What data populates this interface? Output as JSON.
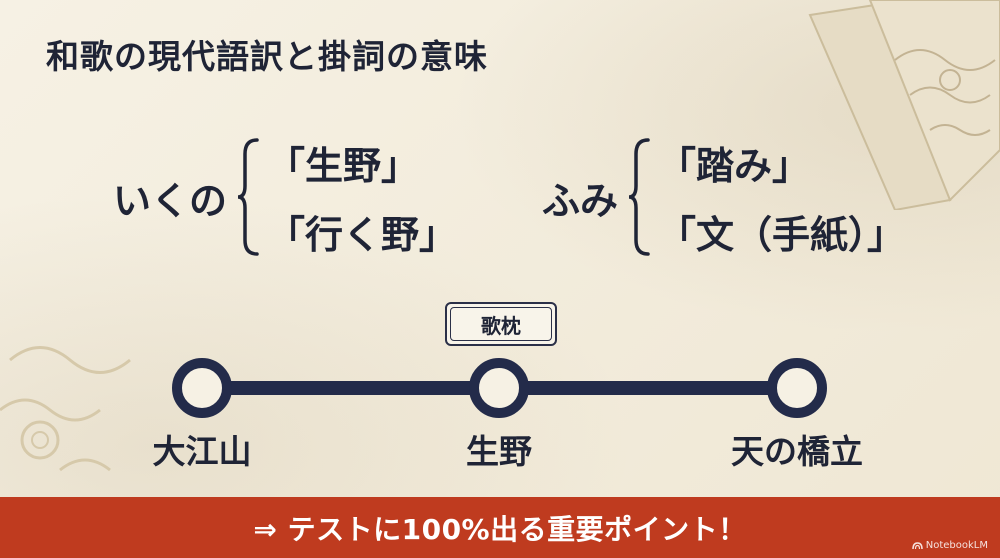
{
  "title": "和歌の現代語訳と掛詞の意味",
  "groups": [
    {
      "head": "いくの",
      "options": [
        "「生野」",
        "「行く野」"
      ]
    },
    {
      "head": "ふみ",
      "options": [
        "「踏み」",
        "「文（手紙）」"
      ]
    }
  ],
  "badge": "歌枕",
  "route": {
    "stops": [
      "大江山",
      "生野",
      "天の橋立"
    ]
  },
  "footer": "⇒ テストに100%出る重要ポイント！",
  "watermark": "NotebookLM",
  "colors": {
    "ink": "#1f2436",
    "navy": "#232b4a",
    "footer_bg": "#bf3b1f",
    "paper": "#f3eddf"
  },
  "icons": {
    "brace": "left-curly-brace-icon",
    "node": "circle-node-icon",
    "scroll": "scroll-illustration",
    "cloud": "cloud-pattern-illustration"
  }
}
